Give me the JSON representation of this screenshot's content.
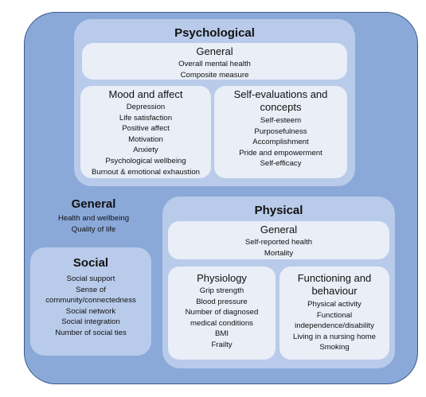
{
  "psychological": {
    "title": "Psychological",
    "general": {
      "title": "General",
      "items": [
        "Overall mental health",
        "Composite measure"
      ]
    },
    "mood": {
      "title": "Mood and affect",
      "items": [
        "Depression",
        "Life satisfaction",
        "Positive affect",
        "Motivation",
        "Anxiety",
        "Psychological wellbeing",
        "Burnout & emotional exhaustion"
      ]
    },
    "self": {
      "title_line1": "Self-evaluations and",
      "title_line2": "concepts",
      "items": [
        "Self-esteem",
        "Purposefulness",
        "Accomplishment",
        "Pride and empowerment",
        "Self-efficacy"
      ]
    }
  },
  "general": {
    "title": "General",
    "items": [
      "Health and wellbeing",
      "Quality of life"
    ]
  },
  "social": {
    "title": "Social",
    "items": [
      "Social support",
      "Sense of",
      "community/connectedness",
      "Social network",
      "Social integration",
      "Number of social ties"
    ]
  },
  "physical": {
    "title": "Physical",
    "general": {
      "title": "General",
      "items": [
        "Self-reported health",
        "Mortality"
      ]
    },
    "physiology": {
      "title": "Physiology",
      "items": [
        "Grip strength",
        "Blood pressure",
        "Number of diagnosed",
        "medical conditions",
        "BMI",
        "Frailty"
      ]
    },
    "functioning": {
      "title_line1": "Functioning and",
      "title_line2": "behaviour",
      "items": [
        "Physical activity",
        "Functional",
        "independence/disability",
        "Living in a nursing home",
        "Smoking"
      ]
    }
  }
}
